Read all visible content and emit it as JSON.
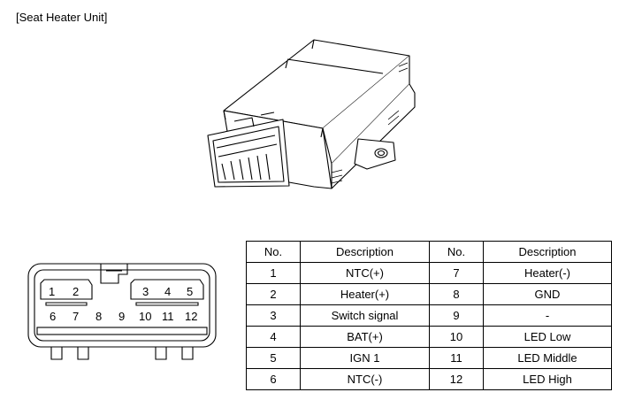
{
  "title": "[Seat Heater Unit]",
  "connector": {
    "top_pins": [
      "1",
      "2",
      "3",
      "4",
      "5"
    ],
    "bottom_pins": [
      "6",
      "7",
      "8",
      "9",
      "10",
      "11",
      "12"
    ]
  },
  "table": {
    "headers": [
      "No.",
      "Description",
      "No.",
      "Description"
    ],
    "rows": [
      {
        "no1": "1",
        "desc1": "NTC(+)",
        "no2": "7",
        "desc2": "Heater(-)"
      },
      {
        "no1": "2",
        "desc1": "Heater(+)",
        "no2": "8",
        "desc2": "GND"
      },
      {
        "no1": "3",
        "desc1": "Switch signal",
        "no2": "9",
        "desc2": "-"
      },
      {
        "no1": "4",
        "desc1": "BAT(+)",
        "no2": "10",
        "desc2": "LED Low"
      },
      {
        "no1": "5",
        "desc1": "IGN 1",
        "no2": "11",
        "desc2": "LED Middle"
      },
      {
        "no1": "6",
        "desc1": "NTC(-)",
        "no2": "12",
        "desc2": "LED High"
      }
    ]
  }
}
